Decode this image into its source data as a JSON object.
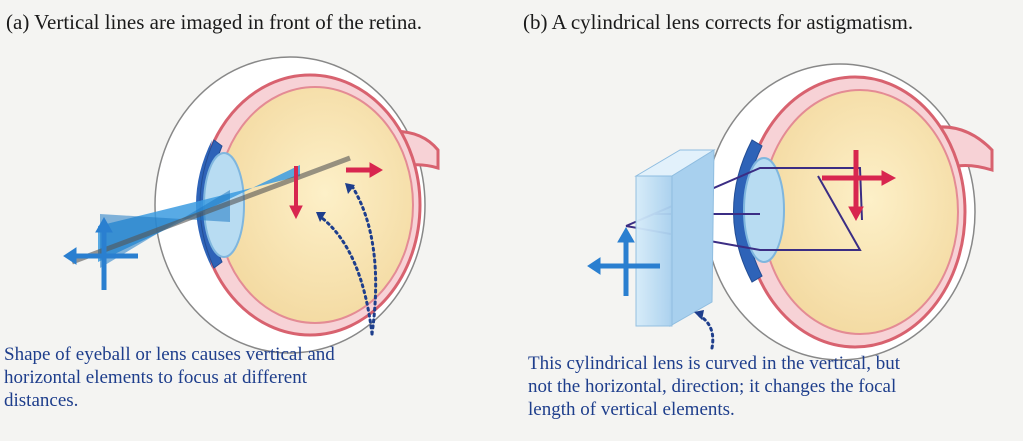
{
  "panel_a": {
    "title": "(a) Vertical lines are imaged in front of the retina.",
    "caption_lines": [
      "Shape of eyeball or lens causes vertical and",
      "horizontal elements to focus at different",
      "distances."
    ]
  },
  "panel_b": {
    "title": "(b) A cylindrical lens corrects for astigmatism.",
    "caption_lines": [
      "This cylindrical lens is curved in the vertical, but",
      "not the horizontal, direction; it changes the focal",
      "length of vertical elements."
    ]
  },
  "colors": {
    "sclera_fill": "#f7d2d6",
    "sclera_edge": "#d8626f",
    "interior": "#fbe6b6",
    "cornea": "#2e63b8",
    "lens": "#b8dcf2",
    "object_arrow": "#2a7fd0",
    "image_arrow": "#d8264f",
    "light_cone": "#3b9be0",
    "ray_line": "#3b2d84",
    "caption_text": "#1e3e8c"
  }
}
